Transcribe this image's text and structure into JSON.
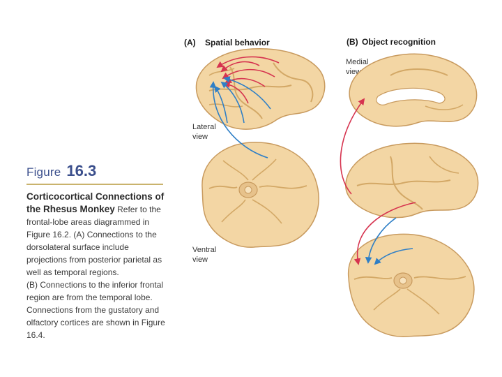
{
  "colors": {
    "brain_fill": "#f3d6a4",
    "brain_stroke": "#c89a5e",
    "brain_shade": "#e2b87a",
    "arrow_red": "#d6334f",
    "arrow_blue": "#2f7fc6",
    "heading_blue": "#3b4f8c",
    "rule_gold": "#c9b36d"
  },
  "figure": {
    "word": "Figure",
    "number": "16.3",
    "title_line1": "Corticocortical Connections of",
    "title_line2": "the Rhesus Monkey",
    "body_lead": "Refer to the frontal-lobe areas diagrammed in Figure 16.2. (A) Connections to the dorsolateral surface include projections from posterior parietal as well as temporal regions.",
    "body_b": "(B) Connections to the inferior frontal region are from the temporal lobe. Connections from the gustatory and olfactory cortices are shown in Figure 16.4."
  },
  "panels": {
    "a_label": "(A)",
    "a_title": "Spatial behavior",
    "b_label": "(B)",
    "b_title": "Object recognition"
  },
  "views": {
    "medial_1": "Medial",
    "medial_2": "view",
    "lateral_1": "Lateral",
    "lateral_2": "view",
    "ventral_1": "Ventral",
    "ventral_2": "view"
  }
}
